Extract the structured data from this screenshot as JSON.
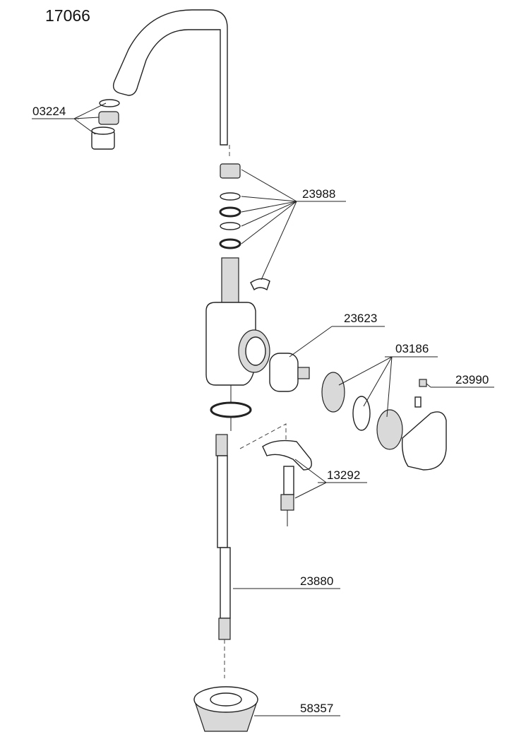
{
  "title": "17066",
  "parts": [
    {
      "id": "aerator",
      "number": "03224"
    },
    {
      "id": "seal-set",
      "number": "23988"
    },
    {
      "id": "cartridge",
      "number": "23623"
    },
    {
      "id": "cartridge-nut-set",
      "number": "03186"
    },
    {
      "id": "handle-screw",
      "number": "23990"
    },
    {
      "id": "mounting-kit",
      "number": "13292"
    },
    {
      "id": "hose",
      "number": "23880"
    },
    {
      "id": "mounting-nut",
      "number": "58357"
    }
  ]
}
